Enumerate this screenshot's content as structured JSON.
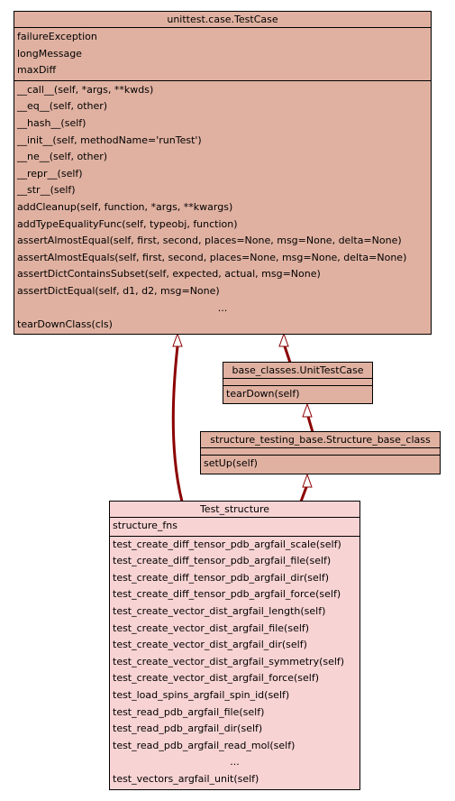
{
  "classes": {
    "testcase": {
      "name": "unittest.case.TestCase",
      "attributes": [
        "failureException",
        "longMessage",
        "maxDiff"
      ],
      "methods": [
        "__call__(self, *args, **kwds)",
        "__eq__(self, other)",
        "__hash__(self)",
        "__init__(self, methodName='runTest')",
        "__ne__(self, other)",
        "__repr__(self)",
        "__str__(self)",
        "addCleanup(self, function, *args, **kwargs)",
        "addTypeEqualityFunc(self, typeobj, function)",
        "assertAlmostEqual(self, first, second, places=None, msg=None, delta=None)",
        "assertAlmostEquals(self, first, second, places=None, msg=None, delta=None)",
        "assertDictContainsSubset(self, expected, actual, msg=None)",
        "assertDictEqual(self, d1, d2, msg=None)",
        "...",
        "tearDownClass(cls)"
      ]
    },
    "unittestcase": {
      "name": "base_classes.UnitTestCase",
      "methods": [
        "tearDown(self)"
      ]
    },
    "structure_base": {
      "name": "structure_testing_base.Structure_base_class",
      "methods": [
        "setUp(self)"
      ]
    },
    "test_structure": {
      "name": "Test_structure",
      "attributes": [
        "structure_fns"
      ],
      "methods": [
        "test_create_diff_tensor_pdb_argfail_scale(self)",
        "test_create_diff_tensor_pdb_argfail_file(self)",
        "test_create_diff_tensor_pdb_argfail_dir(self)",
        "test_create_diff_tensor_pdb_argfail_force(self)",
        "test_create_vector_dist_argfail_length(self)",
        "test_create_vector_dist_argfail_file(self)",
        "test_create_vector_dist_argfail_dir(self)",
        "test_create_vector_dist_argfail_symmetry(self)",
        "test_create_vector_dist_argfail_force(self)",
        "test_load_spins_argfail_spin_id(self)",
        "test_read_pdb_argfail_file(self)",
        "test_read_pdb_argfail_dir(self)",
        "test_read_pdb_argfail_read_mol(self)",
        "...",
        "test_vectors_argfail_unit(self)"
      ]
    }
  },
  "colors": {
    "base_fill": "#e0b1a1",
    "leaf_fill": "#f8d3d3",
    "edge": "#8b0000"
  }
}
